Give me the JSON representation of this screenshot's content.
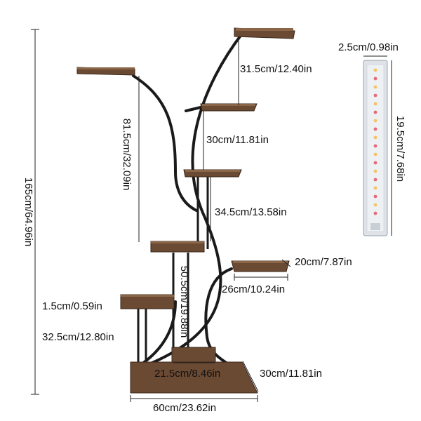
{
  "product": {
    "wood_color": "#6b4a33",
    "frame_color": "#1a1a1a",
    "light_color": "#dfe3e8"
  },
  "dimensions": {
    "total_height": "165cm/64.96in",
    "top_spacing": "31.5cm/12.40in",
    "left_upper_height": "81.5cm/32.09in",
    "shelf_gap_2": "30cm/11.81in",
    "shelf_gap_3": "34.5cm/13.58in",
    "middle_height": "50.5cm/19.88in",
    "shelf_depth": "20cm/7.87in",
    "shelf_width": "26cm/10.24in",
    "board_thickness": "1.5cm/0.59in",
    "lower_left_height": "32.5cm/12.80in",
    "base_shelf_width": "21.5cm/8.46in",
    "base_depth": "30cm/11.81in",
    "base_width": "60cm/23.62in",
    "light_width": "2.5cm/0.98in",
    "light_length": "19.5cm/7.68in"
  }
}
